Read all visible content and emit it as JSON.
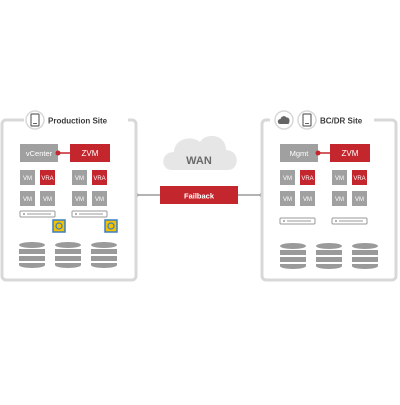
{
  "colors": {
    "gray_box": "#a0a0a0",
    "red_box": "#c4262e",
    "site_border": "#d8d8d8",
    "line": "#9a9a9a",
    "cloud": "#e6e6e6",
    "disk": "#9a9a9a",
    "server": "#9a9a9a",
    "badge_yellow": "#f2c200",
    "badge_blue": "#3b7fc4",
    "label_text": "#3a3a3a"
  },
  "production": {
    "title": "Production Site",
    "icon": "tablet-icon",
    "vcenter_label": "vCenter",
    "zvm_label": "ZVM",
    "hosts": [
      {
        "row1": [
          "VM",
          "VRA"
        ],
        "row2": [
          "VM",
          "VM"
        ]
      },
      {
        "row1": [
          "VM",
          "VRA"
        ],
        "row2": [
          "VM",
          "VM"
        ]
      }
    ]
  },
  "dr": {
    "title": "BC/DR Site",
    "icons": [
      "cloud-icon",
      "tablet-icon"
    ],
    "mgmt_label": "Mgmt",
    "zvm_label": "ZVM",
    "hosts": [
      {
        "row1": [
          "VM",
          "VRA"
        ],
        "row2": [
          "VM",
          "VM"
        ]
      },
      {
        "row1": [
          "VM",
          "VRA"
        ],
        "row2": [
          "VM",
          "VM"
        ]
      }
    ]
  },
  "network": {
    "wan_label": "WAN",
    "failback_label": "Failback"
  }
}
